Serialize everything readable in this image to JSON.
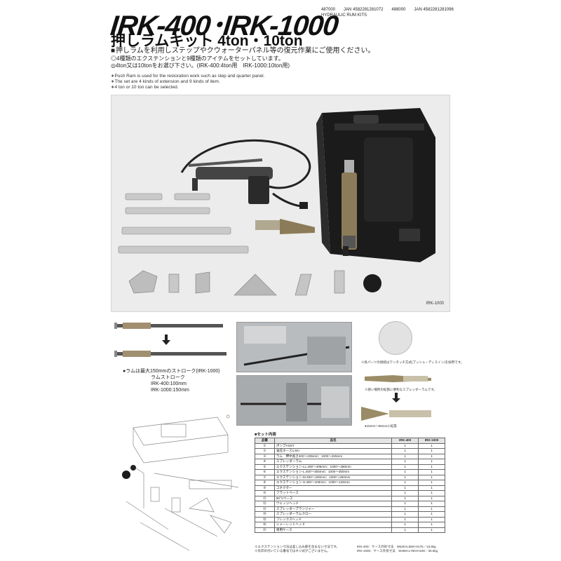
{
  "header": {
    "title": "IRK-400･IRK-1000",
    "codes_row1": [
      "487000",
      "JAN 4582281281072",
      "488000",
      "JAN 4582281281096"
    ],
    "codes_row2": "HYDRAULIC RUM KITS"
  },
  "subtitle": "押しラムキット 4ton・10ton",
  "description": {
    "lead": "押しラムを利用しステップやクウォーターパネル等の復元作業にご使用ください。",
    "bullets": [
      "◎4種類のエクステンションと9種類のアイテムをセットしています。",
      "◎4ton又は10tonをお選び下さい。(IRK-400:4ton用　IRK-1000:10ton用)"
    ]
  },
  "english_notes": [
    "∗Push Ram is used for the restoration work such as step and quarter panel.",
    "∗The set are 4 kinds of extension and 9 kinds of item.",
    "∗4 ton or 10 ton can be selected."
  ],
  "photo_caption": "IRK-1000",
  "stroke": {
    "note": "●ラムは最大150mmのストローク(IRK-1000)",
    "label": "ラムストローク",
    "items": [
      "IRK-400:100mm",
      "IRK-1000:150mm"
    ]
  },
  "side_notes": {
    "coupler": "※各パーツの接続はワンタッチ方式(プッシュ・ディスイン)を採用です。",
    "spreader": "※狭い場所の拡張に便利なスプレッダーラムです。",
    "range": "●15mm〜95mmに拡張"
  },
  "table": {
    "title": "■セット内容",
    "headers": [
      "品番",
      "品名",
      "IRK-400",
      "IRK-1000"
    ],
    "rows": [
      [
        "①",
        "ポンプASSY",
        "1",
        "1"
      ],
      [
        "②",
        "油圧ホース1.5m",
        "1",
        "1"
      ],
      [
        "③",
        "ラム　押中長さ400〜235mm：1000〜325mm",
        "1",
        "1"
      ],
      [
        "④",
        "スプレッダーラム",
        "1",
        "1"
      ],
      [
        "⑤",
        "エクステンション-LL:400〜405mm：1000〜480mm",
        "1",
        "1"
      ],
      [
        "⑥",
        "エクステンション-L:400〜305mm：1000〜350mm",
        "1",
        "1"
      ],
      [
        "⑦",
        "エクステンション-M:400〜200mm：1000〜250mm",
        "1",
        "1"
      ],
      [
        "⑧",
        "エクステンション-S:400〜100mm：1000〜125mm",
        "1",
        "1"
      ],
      [
        "⑨",
        "コネクター",
        "1",
        "1"
      ],
      [
        "⑩",
        "フラットベース",
        "1",
        "1"
      ],
      [
        "⑪",
        "90°Vベース",
        "1",
        "1"
      ],
      [
        "⑫",
        "ウェッジヘッド",
        "1",
        "1"
      ],
      [
        "⑬",
        "スプレッダープランジャー",
        "1",
        "1"
      ],
      [
        "⑭",
        "スプレッダーラムクロー",
        "1",
        "1"
      ],
      [
        "⑮",
        "フレックスヘッド",
        "1",
        "1"
      ],
      [
        "⑯",
        "シャーレットヘッド",
        "1",
        "1"
      ],
      [
        "⑰",
        "専用ケース",
        "1",
        "1"
      ]
    ]
  },
  "footnotes": {
    "left": [
      "※エクステンション寸法は差し込み部を含まない寸法です。",
      "※矢印の付いている番号ではネジ式がございません。"
    ],
    "right": [
      "IRK-400：ケース外形寸法　W520×L580×H175／16.9kg",
      "IRK-1000：ケース外形寸法　W450×L760×H190／35.6kg"
    ]
  },
  "colors": {
    "case": "#1b1b1b",
    "metal": "#c9c9c9",
    "ram": "#8c7b58",
    "table_header": "#e4e4e4"
  }
}
